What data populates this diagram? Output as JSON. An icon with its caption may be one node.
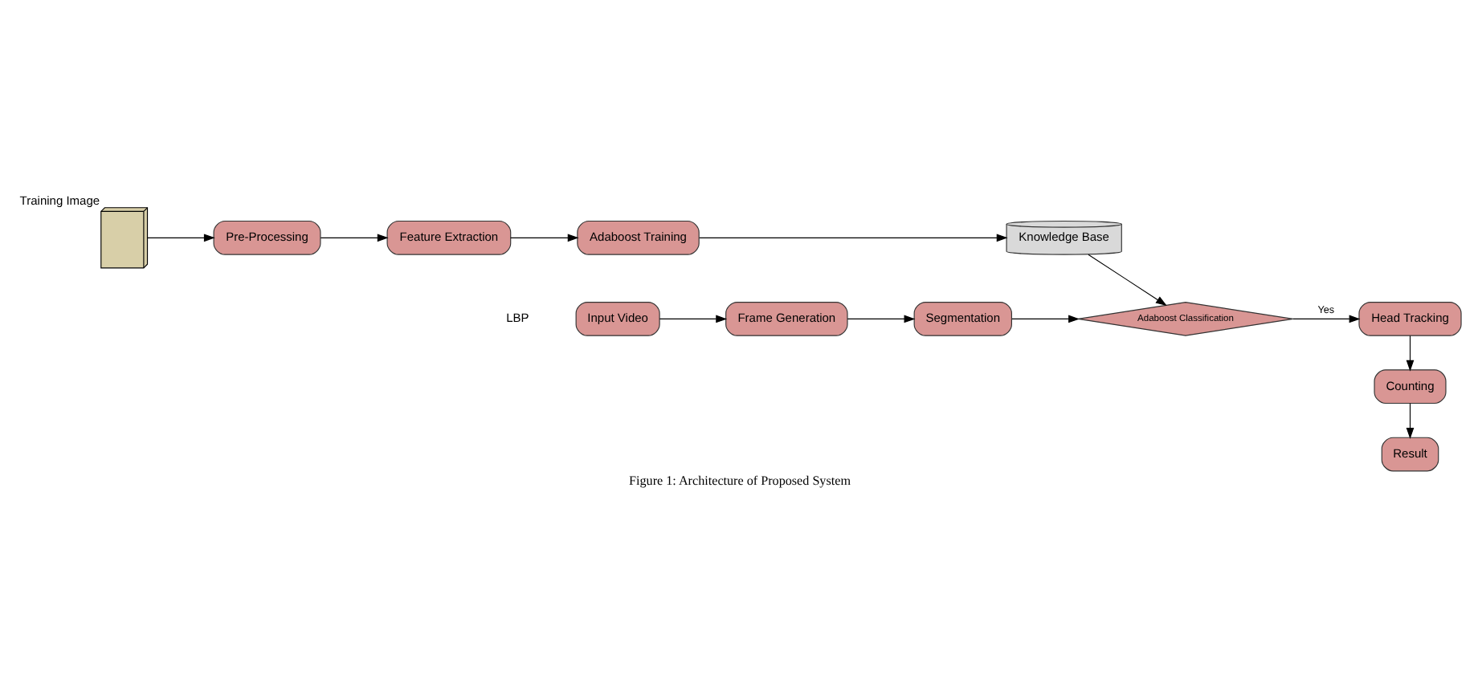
{
  "diagram": {
    "caption": "Figure 1: Architecture of Proposed System",
    "nodes": [
      {
        "text": [],
        "shape": "picture",
        "beside": [
          "Training Image"
        ]
      },
      {
        "text": [
          "Pre-Processing"
        ]
      },
      {
        "text": [
          "Feature Extraction"
        ]
      },
      {
        "text": [
          "Adaboost Training"
        ]
      },
      {
        "text": [
          "Knowledge Base"
        ]
      },
      {
        "text": [
          "Input Video"
        ]
      },
      {
        "text": [
          "Frame Generation"
        ]
      },
      {
        "text": [
          "Segmentation"
        ]
      },
      {
        "text": [
          "Adaboost Classification"
        ]
      },
      {
        "text": [
          "Head Tracking"
        ]
      },
      {
        "text": [
          "Counting"
        ]
      },
      {
        "text": [
          "Result"
        ]
      }
    ],
    "edges": [
      {
        "from": 0,
        "to": 1,
        "arrow": "to"
      },
      {
        "from": 1,
        "to": 2,
        "arrow": "to"
      },
      {
        "from": 2,
        "to": 3,
        "arrow": "to"
      },
      {
        "from": 3,
        "to": 4,
        "arrow": "to"
      },
      {
        "from": 4,
        "to": 8,
        "arrow": "to"
      },
      {
        "from": 5,
        "to": 6,
        "arrow": "to"
      },
      {
        "from": 6,
        "to": 7,
        "arrow": "to"
      },
      {
        "from": 7,
        "to": 8,
        "arrow": "to"
      },
      {
        "from": 8,
        "to": 9,
        "arrow": "to",
        "label": "Yes"
      },
      {
        "from": 9,
        "to": 10,
        "arrow": "to"
      },
      {
        "from": 10,
        "to": 11,
        "arrow": "to"
      }
    ],
    "labels": [
      "LBP"
    ]
  }
}
